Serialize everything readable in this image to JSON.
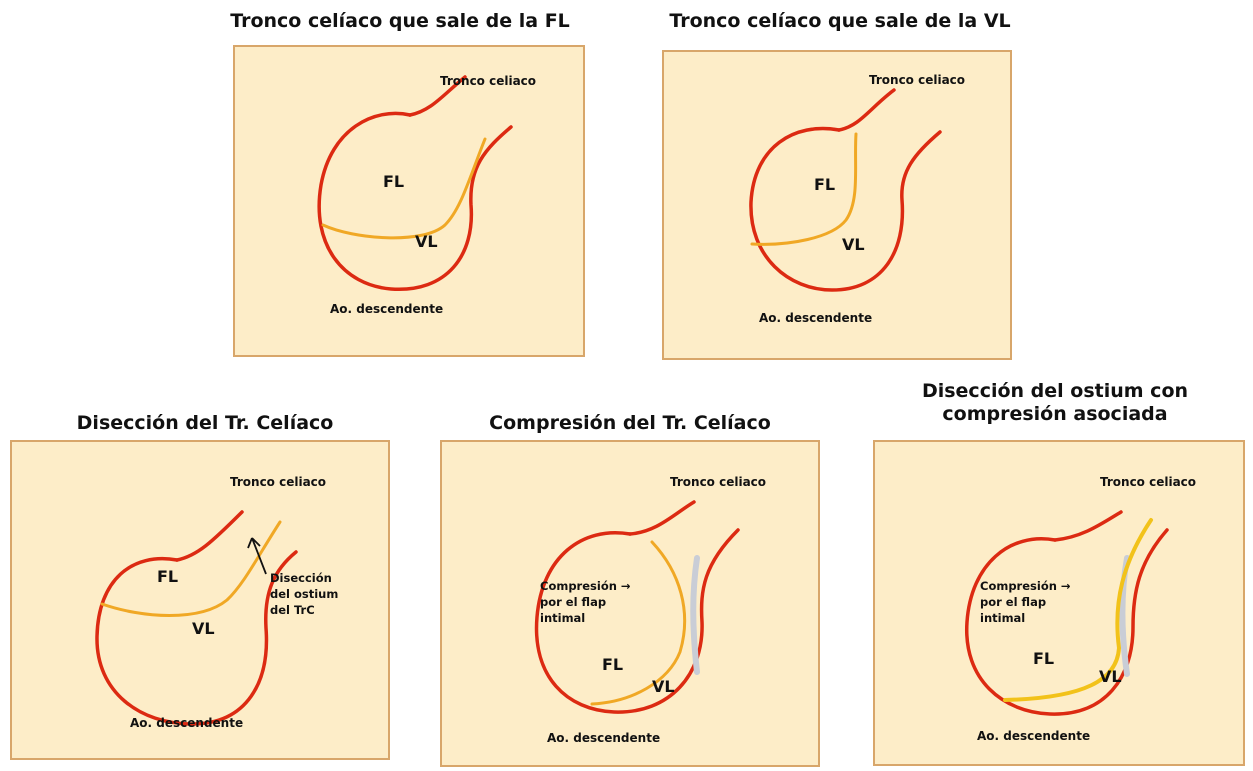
{
  "colors": {
    "panel_bg": "#fdedc8",
    "panel_border": "#d8a66a",
    "aorta_wall": "#dc2a12",
    "intimal_flap": "#f0a825",
    "compression": "#c9cdd6"
  },
  "panels": [
    {
      "title": "Tronco celíaco que sale de la FL",
      "vessel_label": "Tronco celiaco",
      "aorta_label": "Ao. descendente",
      "fl_label": "FL",
      "vl_label": "VL"
    },
    {
      "title": "Tronco celíaco que sale de la VL",
      "vessel_label": "Tronco celiaco",
      "aorta_label": "Ao. descendente",
      "fl_label": "FL",
      "vl_label": "VL"
    },
    {
      "title": "Disección del Tr. Celíaco",
      "vessel_label": "Tronco celiaco",
      "aorta_label": "Ao. descendente",
      "fl_label": "FL",
      "vl_label": "VL",
      "annotation": [
        "Disección",
        "del ostium",
        "del TrC"
      ]
    },
    {
      "title": "Compresión del Tr. Celíaco",
      "vessel_label": "Tronco celiaco",
      "aorta_label": "Ao. descendente",
      "fl_label": "FL",
      "vl_label": "VL",
      "annotation": [
        "Compresión →",
        "por el flap",
        "intimal"
      ]
    },
    {
      "title_lines": [
        "Disección del ostium con",
        "compresión asociada"
      ],
      "vessel_label": "Tronco celiaco",
      "aorta_label": "Ao. descendente",
      "fl_label": "FL",
      "vl_label": "VL",
      "annotation": [
        "Compresión →",
        "por el flap",
        "intimal"
      ]
    }
  ]
}
